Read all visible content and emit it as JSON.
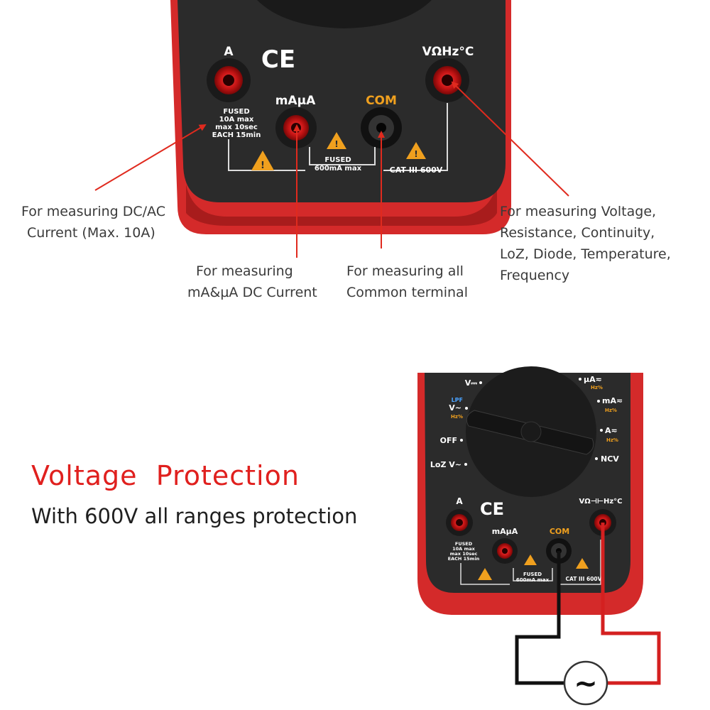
{
  "top_panel": {
    "jack_a_label": "A",
    "ce_mark": "CE",
    "jack_v_label": "VΩHz°C",
    "jack_ma_label": "mAµA",
    "jack_com_label": "COM",
    "fused_a_lines": [
      "FUSED",
      "10A max",
      "max 10sec",
      "EACH 15min"
    ],
    "fused_ma_lines": [
      "FUSED",
      "600mA max"
    ],
    "cat_label": "CAT III 600V"
  },
  "captions": {
    "dc_ac_current": [
      "For measuring DC/AC",
      "Current (Max. 10A)"
    ],
    "ma_ua": [
      "For measuring",
      "mA&µA DC Current"
    ],
    "com": [
      "For measuring all",
      "Common terminal"
    ],
    "voltage": [
      "For measuring Voltage,",
      "Resistance, Continuity,",
      "LoZ, Diode, Temperature,",
      "Frequency"
    ]
  },
  "promo": {
    "headline": "Voltage  Protection",
    "subline": "With 600V all ranges protection"
  },
  "bottom_meter": {
    "dial_left": [
      "V⎓",
      "V~",
      "OFF",
      "LoZ V~"
    ],
    "dial_left_lpf": "LPF",
    "dial_left_hz": "Hz%",
    "dial_right": [
      "µA≂",
      "mA≂",
      "A≂",
      "NCV"
    ],
    "dial_right_hz": "Hz%",
    "jack_a_label": "A",
    "ce_mark": "CE",
    "jack_v_label": "VΩ⊣⊢Hz°C",
    "jack_ma_label": "mAµA",
    "jack_com_label": "COM",
    "fused_a_lines": [
      "FUSED",
      "10A max",
      "max 10sec",
      "EACH 15min"
    ],
    "fused_ma_lines": [
      "FUSED",
      "600mA max"
    ],
    "cat_label": "CAT III 600V",
    "source_symbol": "~"
  },
  "colors": {
    "meter_red": "#d42a2a",
    "meter_dark": "#2b2b2b",
    "accent_orange": "#f0a01e",
    "arrow_red": "#e02a1e"
  }
}
